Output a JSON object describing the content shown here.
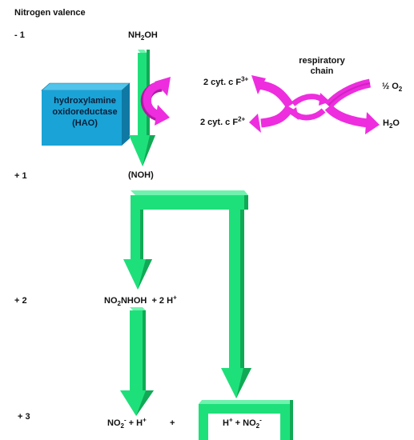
{
  "header": {
    "title": "Nitrogen valence"
  },
  "valence_levels": [
    {
      "label": "- 1"
    },
    {
      "label": "+ 1"
    },
    {
      "label": "+ 2"
    },
    {
      "label": "+ 3"
    }
  ],
  "species": {
    "hydroxylamine": {
      "base": "NH",
      "sub": "2",
      "tail": "OH"
    },
    "noh": "(NOH)",
    "nitro": {
      "a": "NO",
      "sub": "2",
      "b": "NHOH  + 2 H",
      "sup": "+"
    },
    "nitrite_left": {
      "a": "NO",
      "sub": "2",
      "sup1": "-",
      "b": " + H",
      "sup2": "+"
    },
    "plus_sign": "+",
    "nitrite_right": {
      "a": "H",
      "sup1": "+",
      "b": " + NO",
      "sub": "2",
      "sup2": "-"
    }
  },
  "enzyme": {
    "lines": [
      "hydroxylamine",
      "oxidoreductase",
      "(HAO)"
    ]
  },
  "cytochrome": {
    "oxidized": {
      "text": "2 cyt. c F",
      "sup": "3+"
    },
    "reduced": {
      "text": "2 cyt. c F",
      "sup": "2+"
    }
  },
  "respiratory_chain": {
    "lines": [
      "respiratory",
      "chain"
    ],
    "oxygen": {
      "text": "½ O",
      "sub": "2"
    },
    "water": {
      "a": "H",
      "sub": "2",
      "b": "O"
    }
  },
  "colors": {
    "arrow_green": "#1ee07a",
    "arrow_green_dark": "#12a956",
    "arrow_green_light": "#6ff2ad",
    "magenta": "#ee2ddf",
    "magenta_dark": "#b01aa3",
    "hao_box": "#1aa3d6",
    "hao_box_dark": "#0f78a3",
    "hao_box_top": "#52c3ea"
  }
}
